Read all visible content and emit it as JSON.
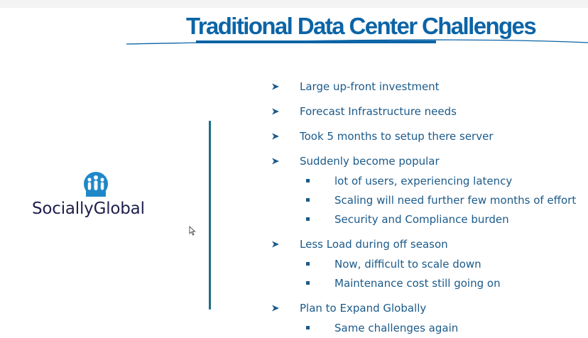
{
  "slide": {
    "title": "Traditional Data Center Challenges"
  },
  "logo": {
    "text": "SociallyGlobal",
    "icon": "people-group-icon"
  },
  "bullets": [
    {
      "text": "Large up-front investment",
      "level": 1
    },
    {
      "text": "Forecast Infrastructure needs",
      "level": 1
    },
    {
      "text": "Took 5 months to setup there server",
      "level": 1
    },
    {
      "text": "Suddenly become popular",
      "level": 1
    },
    {
      "text": "lot of users, experiencing latency",
      "level": 2
    },
    {
      "text": "Scaling will need further few months of effort",
      "level": 2
    },
    {
      "text": "Security and Compliance burden",
      "level": 2
    },
    {
      "text": "Less Load during off season",
      "level": 1
    },
    {
      "text": "Now, difficult to scale down",
      "level": 2
    },
    {
      "text": "Maintenance cost still going on",
      "level": 2
    },
    {
      "text": "Plan to Expand Globally",
      "level": 1
    },
    {
      "text": "Same challenges again",
      "level": 2
    }
  ],
  "colors": {
    "title": "#0c64a6",
    "bullet_text": "#1b5a8a",
    "logo_text": "#1f1f4f",
    "divider": "#1d6f86"
  }
}
